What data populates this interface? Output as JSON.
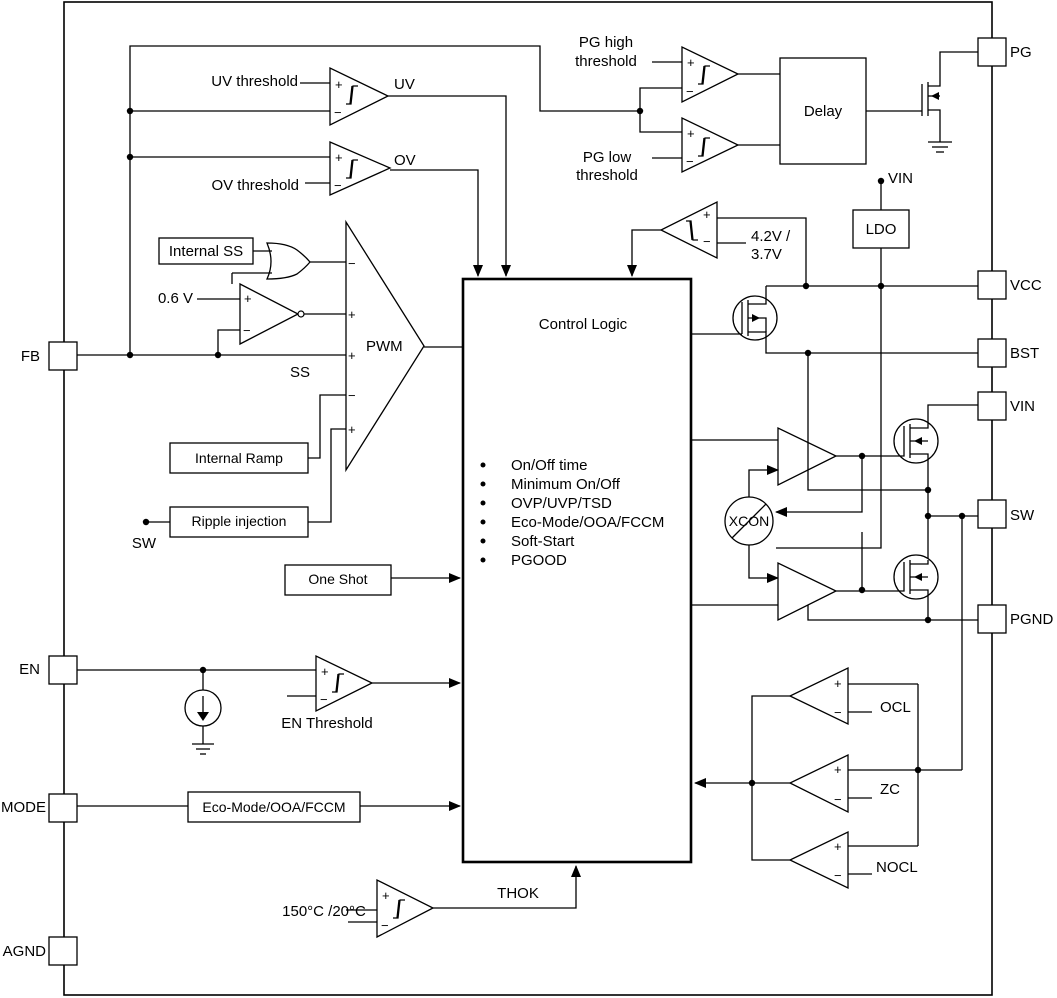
{
  "pins": {
    "fb": "FB",
    "en": "EN",
    "mode": "MODE",
    "agnd": "AGND",
    "pg": "PG",
    "vcc": "VCC",
    "bst": "BST",
    "vin": "VIN",
    "sw": "SW",
    "pgnd": "PGND"
  },
  "blocks": {
    "control_logic": "Control Logic",
    "control_items": [
      "On/Off time",
      "Minimum On/Off",
      "OVP/UVP/TSD",
      "Eco-Mode/OOA/FCCM",
      "Soft-Start",
      "PGOOD"
    ],
    "delay": "Delay",
    "ldo": "LDO",
    "internal_ss": "Internal SS",
    "internal_ramp": "Internal Ramp",
    "ripple_injection": "Ripple injection",
    "one_shot": "One Shot",
    "mode_select": "Eco-Mode/OOA/FCCM",
    "xcon": "XCON",
    "pwm": "PWM"
  },
  "labels": {
    "uv_threshold": "UV threshold",
    "uv": "UV",
    "ov_threshold": "OV threshold",
    "ov": "OV",
    "pg_high_1": "PG high",
    "pg_high_2": "threshold",
    "pg_low_1": "PG low",
    "pg_low_2": "threshold",
    "ref_06": "0.6 V",
    "ss": "SS",
    "sw_in": "SW",
    "vin_top": "VIN",
    "uvlo_1": "4.2V /",
    "uvlo_2": "3.7V",
    "en_threshold": "EN Threshold",
    "ocl": "OCL",
    "zc": "ZC",
    "nocl": "NOCL",
    "tsd": "150°C /20°C",
    "thok": "THOK"
  },
  "symbols": {
    "plus": "+",
    "minus": "−"
  }
}
